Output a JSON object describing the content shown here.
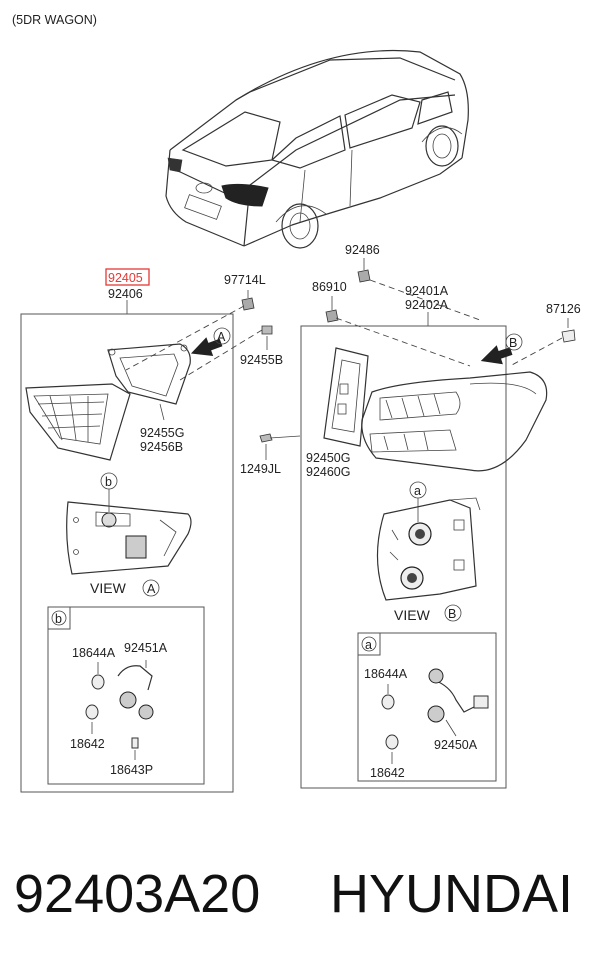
{
  "header": {
    "variant": "(5DR WAGON)"
  },
  "highlight_color": "#e53935",
  "left_assembly": {
    "part_numbers": [
      "92405",
      "92406"
    ],
    "highlighted_part": "92405",
    "view_label": "VIEW",
    "view_letter": "A",
    "callout_b": "b",
    "parts": {
      "p97714L": "97714L",
      "p92455B": "92455B",
      "p92455G": "92455G",
      "p92456B": "92456B",
      "p1249JL": "1249JL"
    },
    "detail": {
      "letter": "b",
      "p18644A": "18644A",
      "p92451A": "92451A",
      "p18642": "18642",
      "p18643P": "18643P"
    }
  },
  "right_assembly": {
    "part_numbers": [
      "92401A",
      "92402A"
    ],
    "view_label": "VIEW",
    "view_letter": "B",
    "callout_a": "a",
    "parts": {
      "p92486": "92486",
      "p86910": "86910",
      "p87126": "87126",
      "p92450G": "92450G",
      "p92460G": "92460G"
    },
    "detail": {
      "letter": "a",
      "p18644A": "18644A",
      "p92450A": "92450A",
      "p18642": "18642"
    }
  },
  "footer": {
    "part_code": "92403A20",
    "brand": "HYUNDAI"
  }
}
